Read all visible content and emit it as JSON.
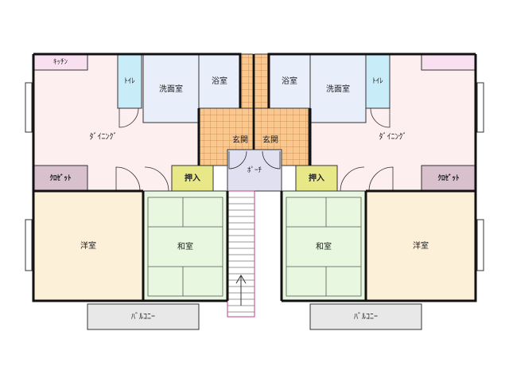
{
  "floor_plan": {
    "labels": {
      "kitchen": "ｷｯﾁﾝ",
      "toilet": "ﾄｲﾚ",
      "washroom": "洗面室",
      "bath": "浴室",
      "dining": "ﾀﾞｲﾆﾝｸﾞ",
      "closet": "ｸﾛｾﾞｯﾄ",
      "western_room": "洋室",
      "japanese_room": "和室",
      "oshiire": "押入",
      "entrance": "玄関",
      "porch": "ﾎﾟｰﾁ",
      "balcony": "ﾊﾞﾙｺﾆｰ"
    },
    "colors": {
      "dining": "#fdeef0",
      "western": "#fdf0d8",
      "japanese": "#e8f8e0",
      "bath_wash": "#e8eefa",
      "toilet": "#c8ecf8",
      "closet": "#d8c0cc",
      "oshiire": "#e8e888",
      "entrance": "#f8c890",
      "porch": "#e0e0f0",
      "balcony": "#e8e8e8",
      "kitchen": "#f8e0f0"
    }
  }
}
